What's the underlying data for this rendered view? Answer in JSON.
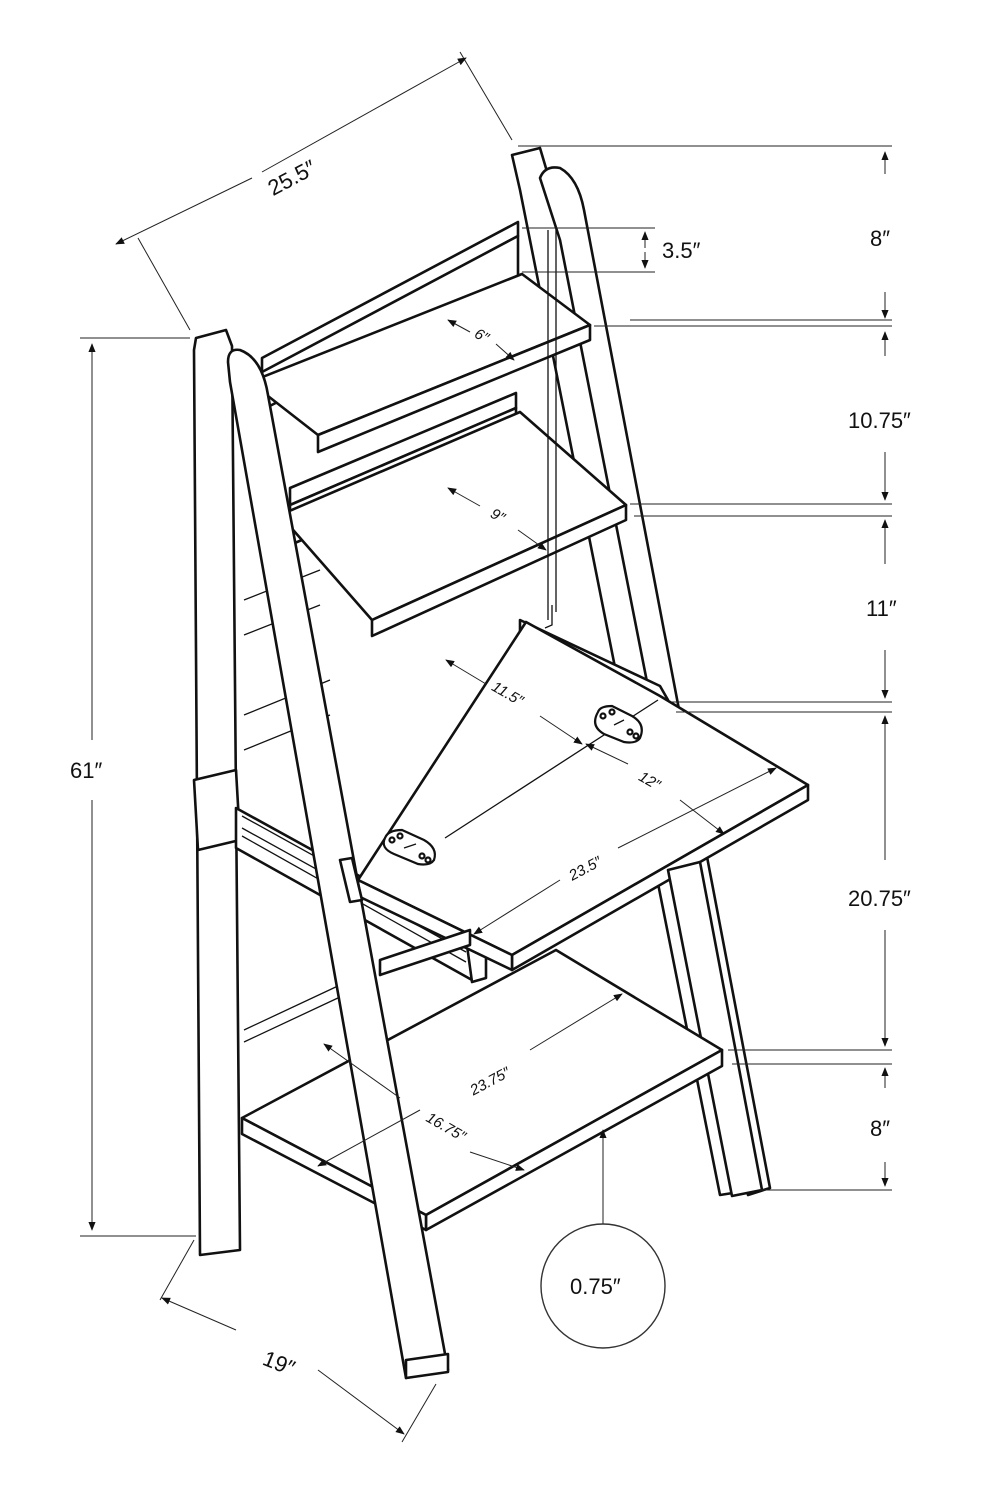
{
  "dimensions": {
    "overall_width": "25.5″",
    "overall_height": "61″",
    "overall_depth": "19″",
    "top_section": "8″",
    "top_board": "3.5″",
    "shelf_gap_1": "10.75″",
    "shelf_gap_2": "11″",
    "desk_height_section": "20.75″",
    "bottom_section": "8″",
    "top_shelf_depth": "6″",
    "second_shelf_depth": "9″",
    "desk_depth_closed": "11.5″",
    "desk_extension": "12″",
    "desk_depth_open": "23.5″",
    "bottom_shelf_width": "23.75″",
    "bottom_shelf_depth": "16.75″",
    "board_thickness": "0.75″"
  }
}
